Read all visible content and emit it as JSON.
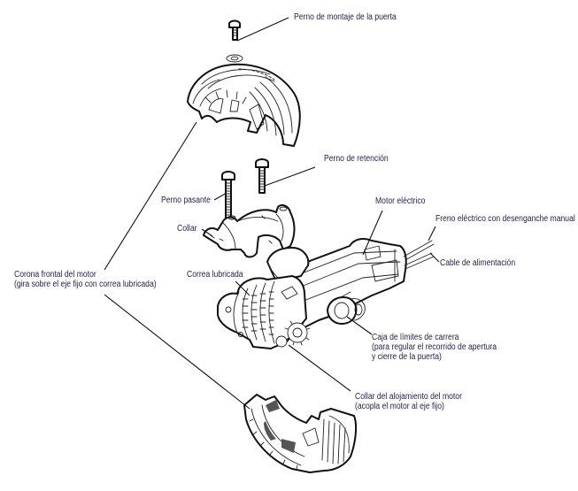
{
  "figure": {
    "type": "exploded-view",
    "subject": "Tubular door operator motor assembly",
    "text_color": "#221c4e",
    "line_color": "#111111"
  },
  "labels": {
    "door_mount_bolt": [
      "Perno de montaje de la puerta"
    ],
    "retention_bolt": [
      "Perno de retención"
    ],
    "through_bolt": [
      "Perno pasante"
    ],
    "collar": [
      "Collar"
    ],
    "electric_motor": [
      "Motor eléctrico"
    ],
    "electric_brake": [
      "Freno eléctrico con desenganche manual"
    ],
    "power_cable": [
      "Cable de alimentación"
    ],
    "front_crown": [
      "Corona frontal del motor",
      "(gira sobre el eje fijo con correa lubricada)"
    ],
    "lubricated_belt": [
      "Correa lubricada"
    ],
    "limit_switch_box": [
      "Caja de límites de carrera",
      "(para regular el recorrido de apertura",
      "y cierre de la puerta)"
    ],
    "housing_collar": [
      "Collar del alojamiento del motor",
      "(acopla el motor al eje fijo)"
    ]
  }
}
